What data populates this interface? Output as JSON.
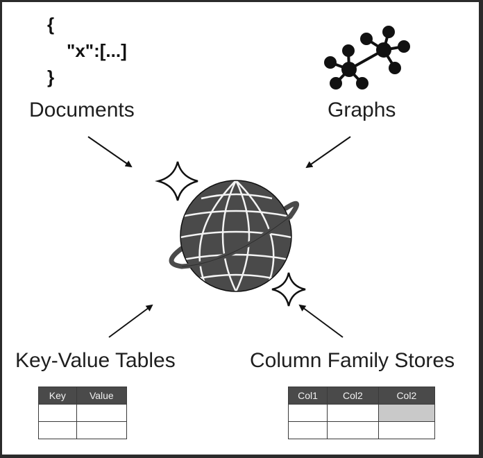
{
  "labels": {
    "documents": "Documents",
    "graphs": "Graphs",
    "key_value": "Key-Value Tables",
    "column_family": "Column Family Stores"
  },
  "document_snippet": {
    "open": "{",
    "content": "\"x\":[...]",
    "close": "}"
  },
  "key_value_table": {
    "headers": [
      "Key",
      "Value"
    ],
    "rows": [
      [
        "",
        ""
      ],
      [
        "",
        ""
      ]
    ]
  },
  "column_family_table": {
    "headers": [
      "Col1",
      "Col2",
      "Col2"
    ],
    "rows": [
      [
        "",
        "",
        ""
      ],
      [
        "",
        "",
        ""
      ]
    ],
    "shaded_cell": "row1-col3"
  },
  "icons": {
    "globe": "globe-icon",
    "sparkles": "sparkle-icon",
    "graph": "graph-network-icon",
    "arrows": "arrow-icon"
  },
  "colors": {
    "frame": "#2b2b2b",
    "globe": "#4a4a4a",
    "header": "#4a4a4a",
    "shaded": "#c9c9c9"
  }
}
